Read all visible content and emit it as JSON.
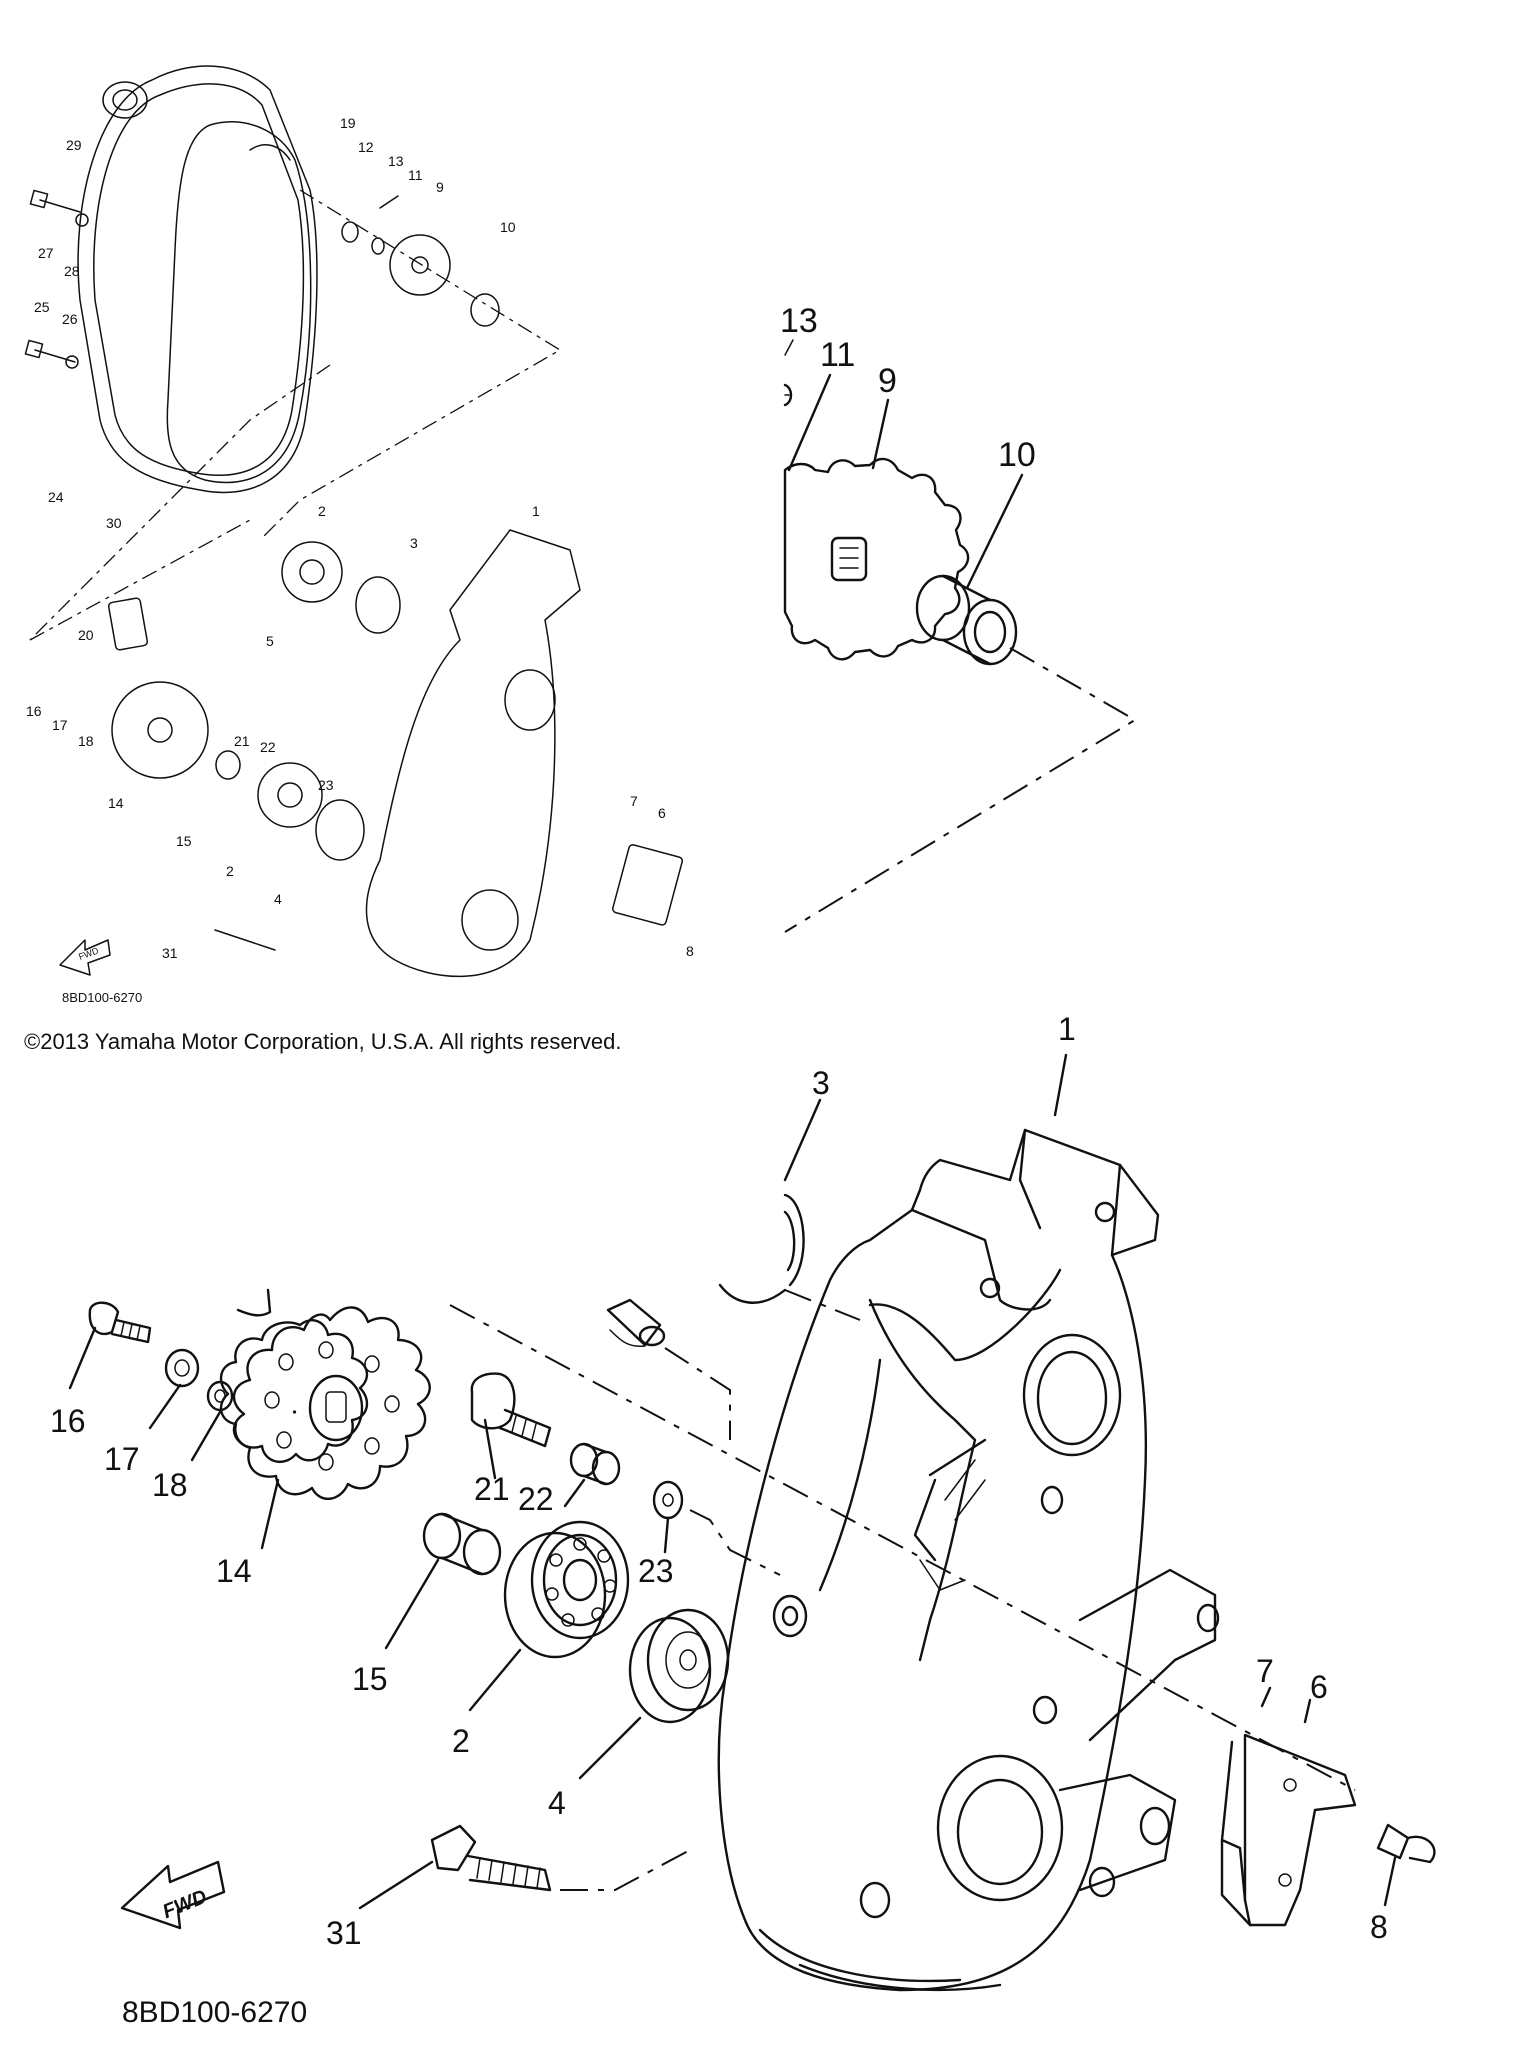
{
  "copyright": "©2013 Yamaha Motor Corporation, U.S.A. All rights reserved.",
  "diagram_code": "8BD100-6270",
  "fwd_label": "FWD",
  "labels": {
    "p1": "1",
    "p2": "2",
    "p3": "3",
    "p4": "4",
    "p5": "5",
    "p6": "6",
    "p7": "7",
    "p8": "8",
    "p9": "9",
    "p10": "10",
    "p11": "11",
    "p12": "12",
    "p13": "13",
    "p14": "14",
    "p15": "15",
    "p16": "16",
    "p17": "17",
    "p18": "18",
    "p19": "19",
    "p20": "20",
    "p21": "21",
    "p22": "22",
    "p23": "23",
    "p24": "24",
    "p25": "25",
    "p26": "26",
    "p27": "27",
    "p28": "28",
    "p29": "29",
    "p30": "30",
    "p31": "31"
  }
}
